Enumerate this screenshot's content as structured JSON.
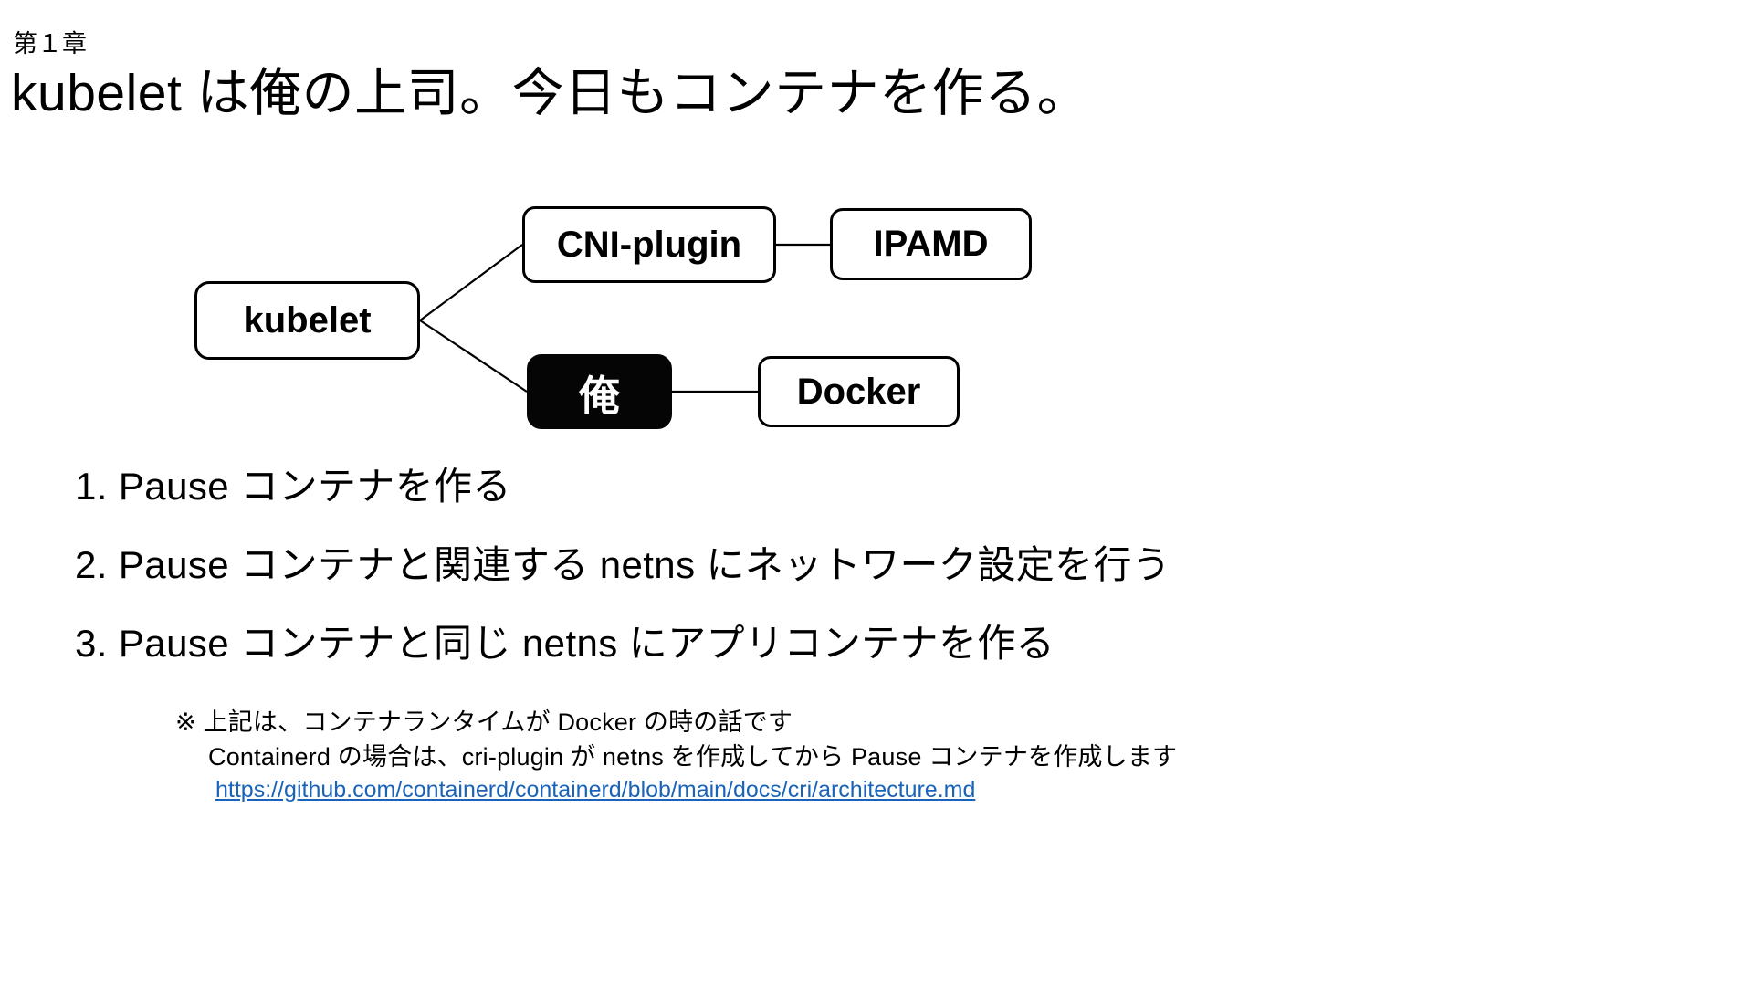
{
  "slide": {
    "chapter_label": "第１章",
    "title": "kubelet は俺の上司。今日もコンテナを作る。",
    "background_color": "#ffffff",
    "text_color": "#000000"
  },
  "diagram": {
    "type": "node-link",
    "nodes": [
      {
        "id": "kubelet",
        "label": "kubelet",
        "style": "outlined",
        "fill": "#ffffff",
        "text_color": "#000000"
      },
      {
        "id": "cni-plugin",
        "label": "CNI-plugin",
        "style": "outlined",
        "fill": "#ffffff",
        "text_color": "#000000"
      },
      {
        "id": "ipamd",
        "label": "IPAMD",
        "style": "outlined",
        "fill": "#ffffff",
        "text_color": "#000000"
      },
      {
        "id": "ore",
        "label": "俺",
        "style": "filled",
        "fill": "#050505",
        "text_color": "#ffffff"
      },
      {
        "id": "docker",
        "label": "Docker",
        "style": "outlined",
        "fill": "#ffffff",
        "text_color": "#000000"
      }
    ],
    "edges": [
      {
        "from": "kubelet",
        "to": "cni-plugin"
      },
      {
        "from": "kubelet",
        "to": "ore"
      },
      {
        "from": "cni-plugin",
        "to": "ipamd"
      },
      {
        "from": "ore",
        "to": "docker"
      }
    ]
  },
  "steps": [
    "1. Pause コンテナを作る",
    "2. Pause コンテナと関連する netns にネットワーク設定を行う",
    "3. Pause コンテナと同じ netns にアプリコンテナを作る"
  ],
  "footnote": {
    "line1": "※ 上記は、コンテナランタイムが Docker の時の話です",
    "line2": "Containerd の場合は、cri-plugin が netns を作成してから Pause コンテナを作成します",
    "link_text": "https://github.com/containerd/containerd/blob/main/docs/cri/architecture.md",
    "link_color": "#1a63b8"
  }
}
